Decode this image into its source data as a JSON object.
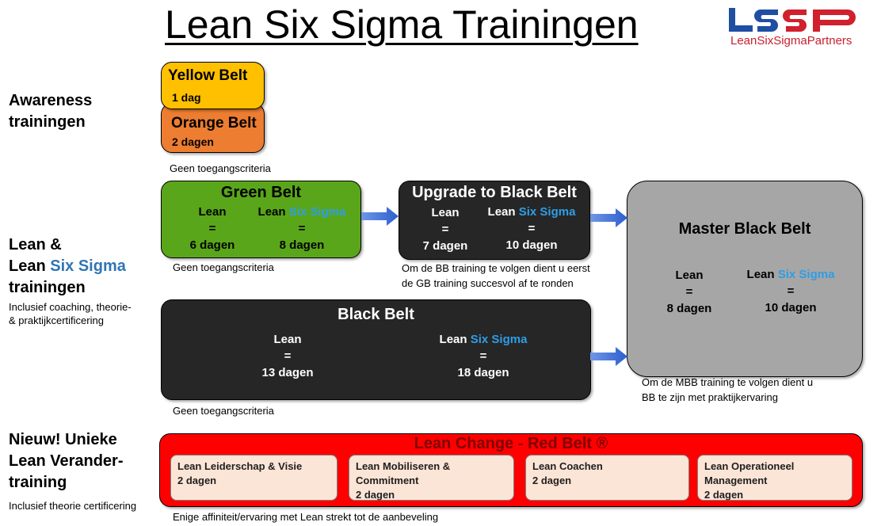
{
  "title": "Lean Six Sigma Trainingen",
  "logo": {
    "letters": "LSSP",
    "subtitle": "LeanSixSigmaPartners",
    "blue": "#1f4ea3",
    "red": "#d1202e"
  },
  "sections": {
    "awareness": {
      "line1": "Awareness",
      "line2": "trainingen"
    },
    "lean": {
      "line1": "Lean &",
      "line2a": "Lean ",
      "line2b": "Six Sigma",
      "line3": "trainingen",
      "note1": "Inclusief coaching, theorie-",
      "note2": "& praktijkcertificering"
    },
    "nieuw": {
      "line1": "Nieuw! Unieke",
      "line2": "Lean Verander-",
      "line3": "training",
      "note": "Inclusief theorie certificering"
    }
  },
  "yellow_belt": {
    "name": "Yellow Belt",
    "days": "1 dag"
  },
  "orange_belt": {
    "name": "Orange Belt",
    "days": "2 dagen"
  },
  "caption_awareness": "Geen toegangscriteria",
  "green_belt": {
    "name": "Green Belt",
    "lean": {
      "label": "Lean",
      "eq": "=",
      "days": "6 dagen"
    },
    "lss": {
      "label_a": "Lean ",
      "label_b": "Six Sigma",
      "eq": "=",
      "days": "8 dagen"
    },
    "caption": "Geen toegangscriteria"
  },
  "upgrade": {
    "name": "Upgrade to Black Belt",
    "lean": {
      "label": "Lean",
      "eq": "=",
      "days": "7 dagen"
    },
    "lss": {
      "label_a": "Lean ",
      "label_b": "Six Sigma",
      "eq": "=",
      "days": "10 dagen"
    },
    "caption1": "Om de BB training te volgen dient u eerst",
    "caption2": "de GB training succesvol af te ronden"
  },
  "black_belt": {
    "name": "Black Belt",
    "lean": {
      "label": "Lean",
      "eq": "=",
      "days": "13 dagen"
    },
    "lss": {
      "label_a": "Lean ",
      "label_b": "Six Sigma",
      "eq": "=",
      "days": "18 dagen"
    },
    "caption": "Geen toegangscriteria"
  },
  "master_black_belt": {
    "name": "Master Black Belt",
    "lean": {
      "label": "Lean",
      "eq": "=",
      "days": "8 dagen"
    },
    "lss": {
      "label_a": "Lean ",
      "label_b": "Six Sigma",
      "eq": "=",
      "days": "10 dagen"
    },
    "caption1": "Om de MBB training te volgen dient u",
    "caption2": "BB te zijn met praktijkervaring"
  },
  "red_belt": {
    "title": "Lean Change - Red Belt ®",
    "modules": [
      {
        "line1": "Lean Leiderschap & Visie",
        "line2": "2 dagen",
        "line3": ""
      },
      {
        "line1": "Lean Mobiliseren &",
        "line2": "Commitment",
        "line3": "2 dagen"
      },
      {
        "line1": "Lean Coachen",
        "line2": "2 dagen",
        "line3": ""
      },
      {
        "line1": "Lean Operationeel",
        "line2": "Management",
        "line3": "2 dagen"
      }
    ],
    "caption": "Enige affiniteit/ervaring met Lean strekt tot de aanbeveling"
  },
  "colors": {
    "yellow": "#ffc000",
    "orange": "#ed7d31",
    "green": "#5aa61a",
    "black": "#262626",
    "grey": "#a6a6a6",
    "red": "#ff0000",
    "accent_blue": "#2f75b5",
    "arrow": "#3a6fd8"
  }
}
